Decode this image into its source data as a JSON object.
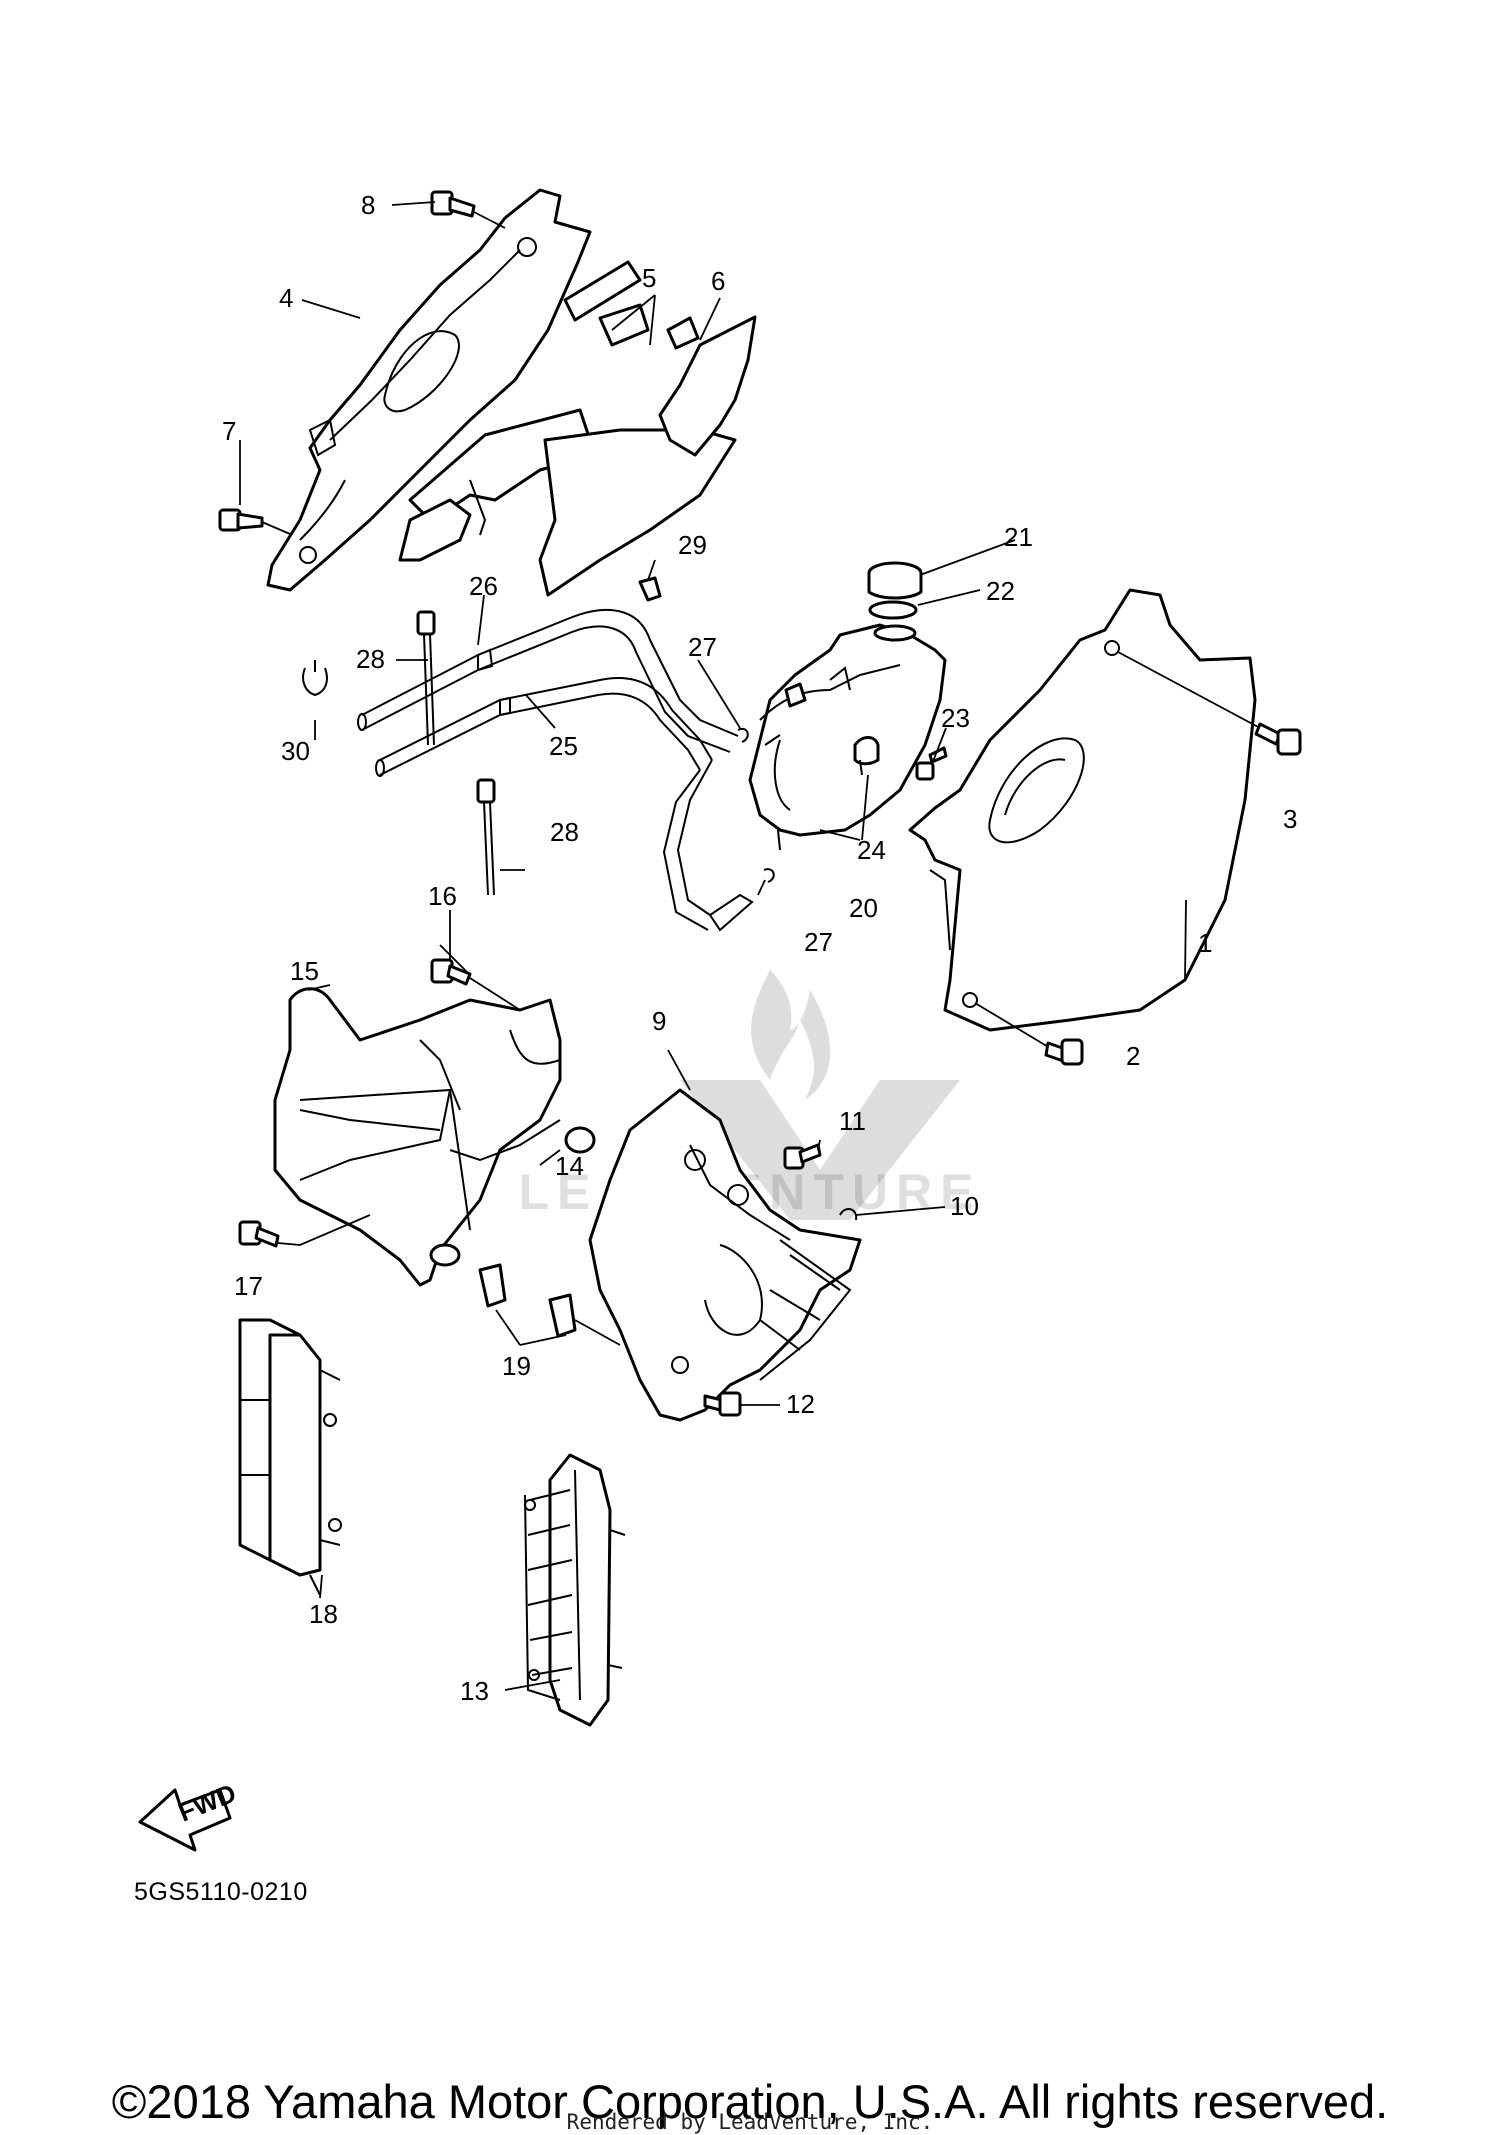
{
  "diagram": {
    "callouts": {
      "c1": "1",
      "c2": "2",
      "c3": "3",
      "c4": "4",
      "c5": "5",
      "c6": "6",
      "c7": "7",
      "c8": "8",
      "c9": "9",
      "c10": "10",
      "c11": "11",
      "c12": "12",
      "c13": "13",
      "c14": "14",
      "c15": "15",
      "c16": "16",
      "c17": "17",
      "c18": "18",
      "c19": "19",
      "c20": "20",
      "c21": "21",
      "c22": "22",
      "c23": "23",
      "c24": "24",
      "c25": "25",
      "c26": "26",
      "c27a": "27",
      "c27b": "27",
      "c28a": "28",
      "c28b": "28",
      "c29": "29",
      "c30": "30"
    },
    "fwd_label": "FWD",
    "diagram_code": "5GS5110-0210"
  },
  "watermark": {
    "text": "LEADVENTURE"
  },
  "footer": {
    "copyright": "©2018 Yamaha Motor Corporation, U.S.A. All rights reserved.",
    "rendered_by": "Rendered by LeadVenture, Inc."
  }
}
